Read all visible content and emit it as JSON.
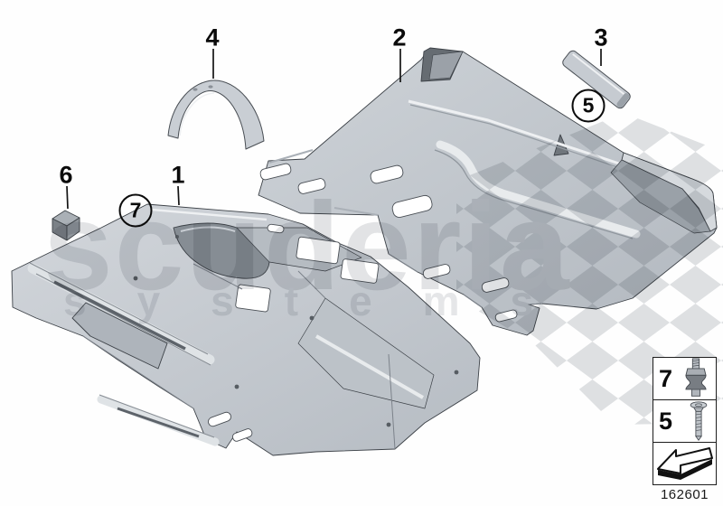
{
  "diagram": {
    "part_number": "162601",
    "callouts": {
      "c1": "1",
      "c2": "2",
      "c3": "3",
      "c4": "4",
      "c6": "6",
      "circled7": "7",
      "circled5": "5"
    },
    "legend": {
      "row1_label": "7",
      "row1_icon": "rubber-grommet-stud-icon",
      "row2_label": "5",
      "row2_icon": "countersunk-screw-icon",
      "row3_icon": "direction-arrow-icon"
    },
    "watermark": {
      "brand": "scuderia",
      "sub": "systems"
    },
    "colors": {
      "part_fill": "#c6cbd1",
      "part_highlight": "#eef0f2",
      "part_shadow": "#9aa1a8",
      "part_dark": "#6d7278",
      "outline": "#3c4147",
      "watermark_gray": "#e3e4e6",
      "callout_black": "#0b0b0b"
    }
  }
}
